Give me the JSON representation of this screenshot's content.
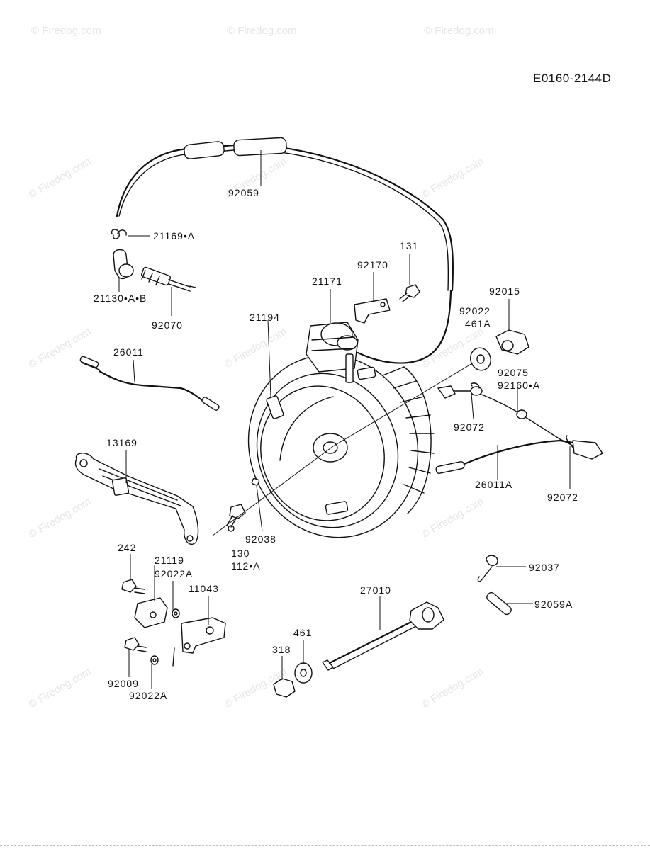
{
  "diagram_code": "E0160-2144D",
  "watermark": "© Firedog.com",
  "parts": [
    {
      "id": "p92059",
      "label": "92059"
    },
    {
      "id": "p21169A",
      "label": "21169•A"
    },
    {
      "id": "p21130",
      "label": "21130•A•B"
    },
    {
      "id": "p92070",
      "label": "92070"
    },
    {
      "id": "p131",
      "label": "131"
    },
    {
      "id": "p92170",
      "label": "92170"
    },
    {
      "id": "p21171",
      "label": "21171"
    },
    {
      "id": "p92015",
      "label": "92015"
    },
    {
      "id": "p92022",
      "label": "92022"
    },
    {
      "id": "p461A",
      "label": "461A"
    },
    {
      "id": "p21194",
      "label": "21194"
    },
    {
      "id": "p26011",
      "label": "26011"
    },
    {
      "id": "p92075",
      "label": "92075"
    },
    {
      "id": "p92160A",
      "label": "92160•A"
    },
    {
      "id": "p92072a",
      "label": "92072"
    },
    {
      "id": "p13169",
      "label": "13169"
    },
    {
      "id": "p26011A",
      "label": "26011A"
    },
    {
      "id": "p92072b",
      "label": "92072"
    },
    {
      "id": "p92038",
      "label": "92038"
    },
    {
      "id": "p130",
      "label": "130"
    },
    {
      "id": "p112A",
      "label": "112•A"
    },
    {
      "id": "p242",
      "label": "242"
    },
    {
      "id": "p21119",
      "label": "21119"
    },
    {
      "id": "p92022Aa",
      "label": "92022A"
    },
    {
      "id": "p11043",
      "label": "11043"
    },
    {
      "id": "p92037",
      "label": "92037"
    },
    {
      "id": "p27010",
      "label": "27010"
    },
    {
      "id": "p92059A",
      "label": "92059A"
    },
    {
      "id": "p461",
      "label": "461"
    },
    {
      "id": "p318",
      "label": "318"
    },
    {
      "id": "p92009",
      "label": "92009"
    },
    {
      "id": "p92022Ab",
      "label": "92022A"
    }
  ]
}
